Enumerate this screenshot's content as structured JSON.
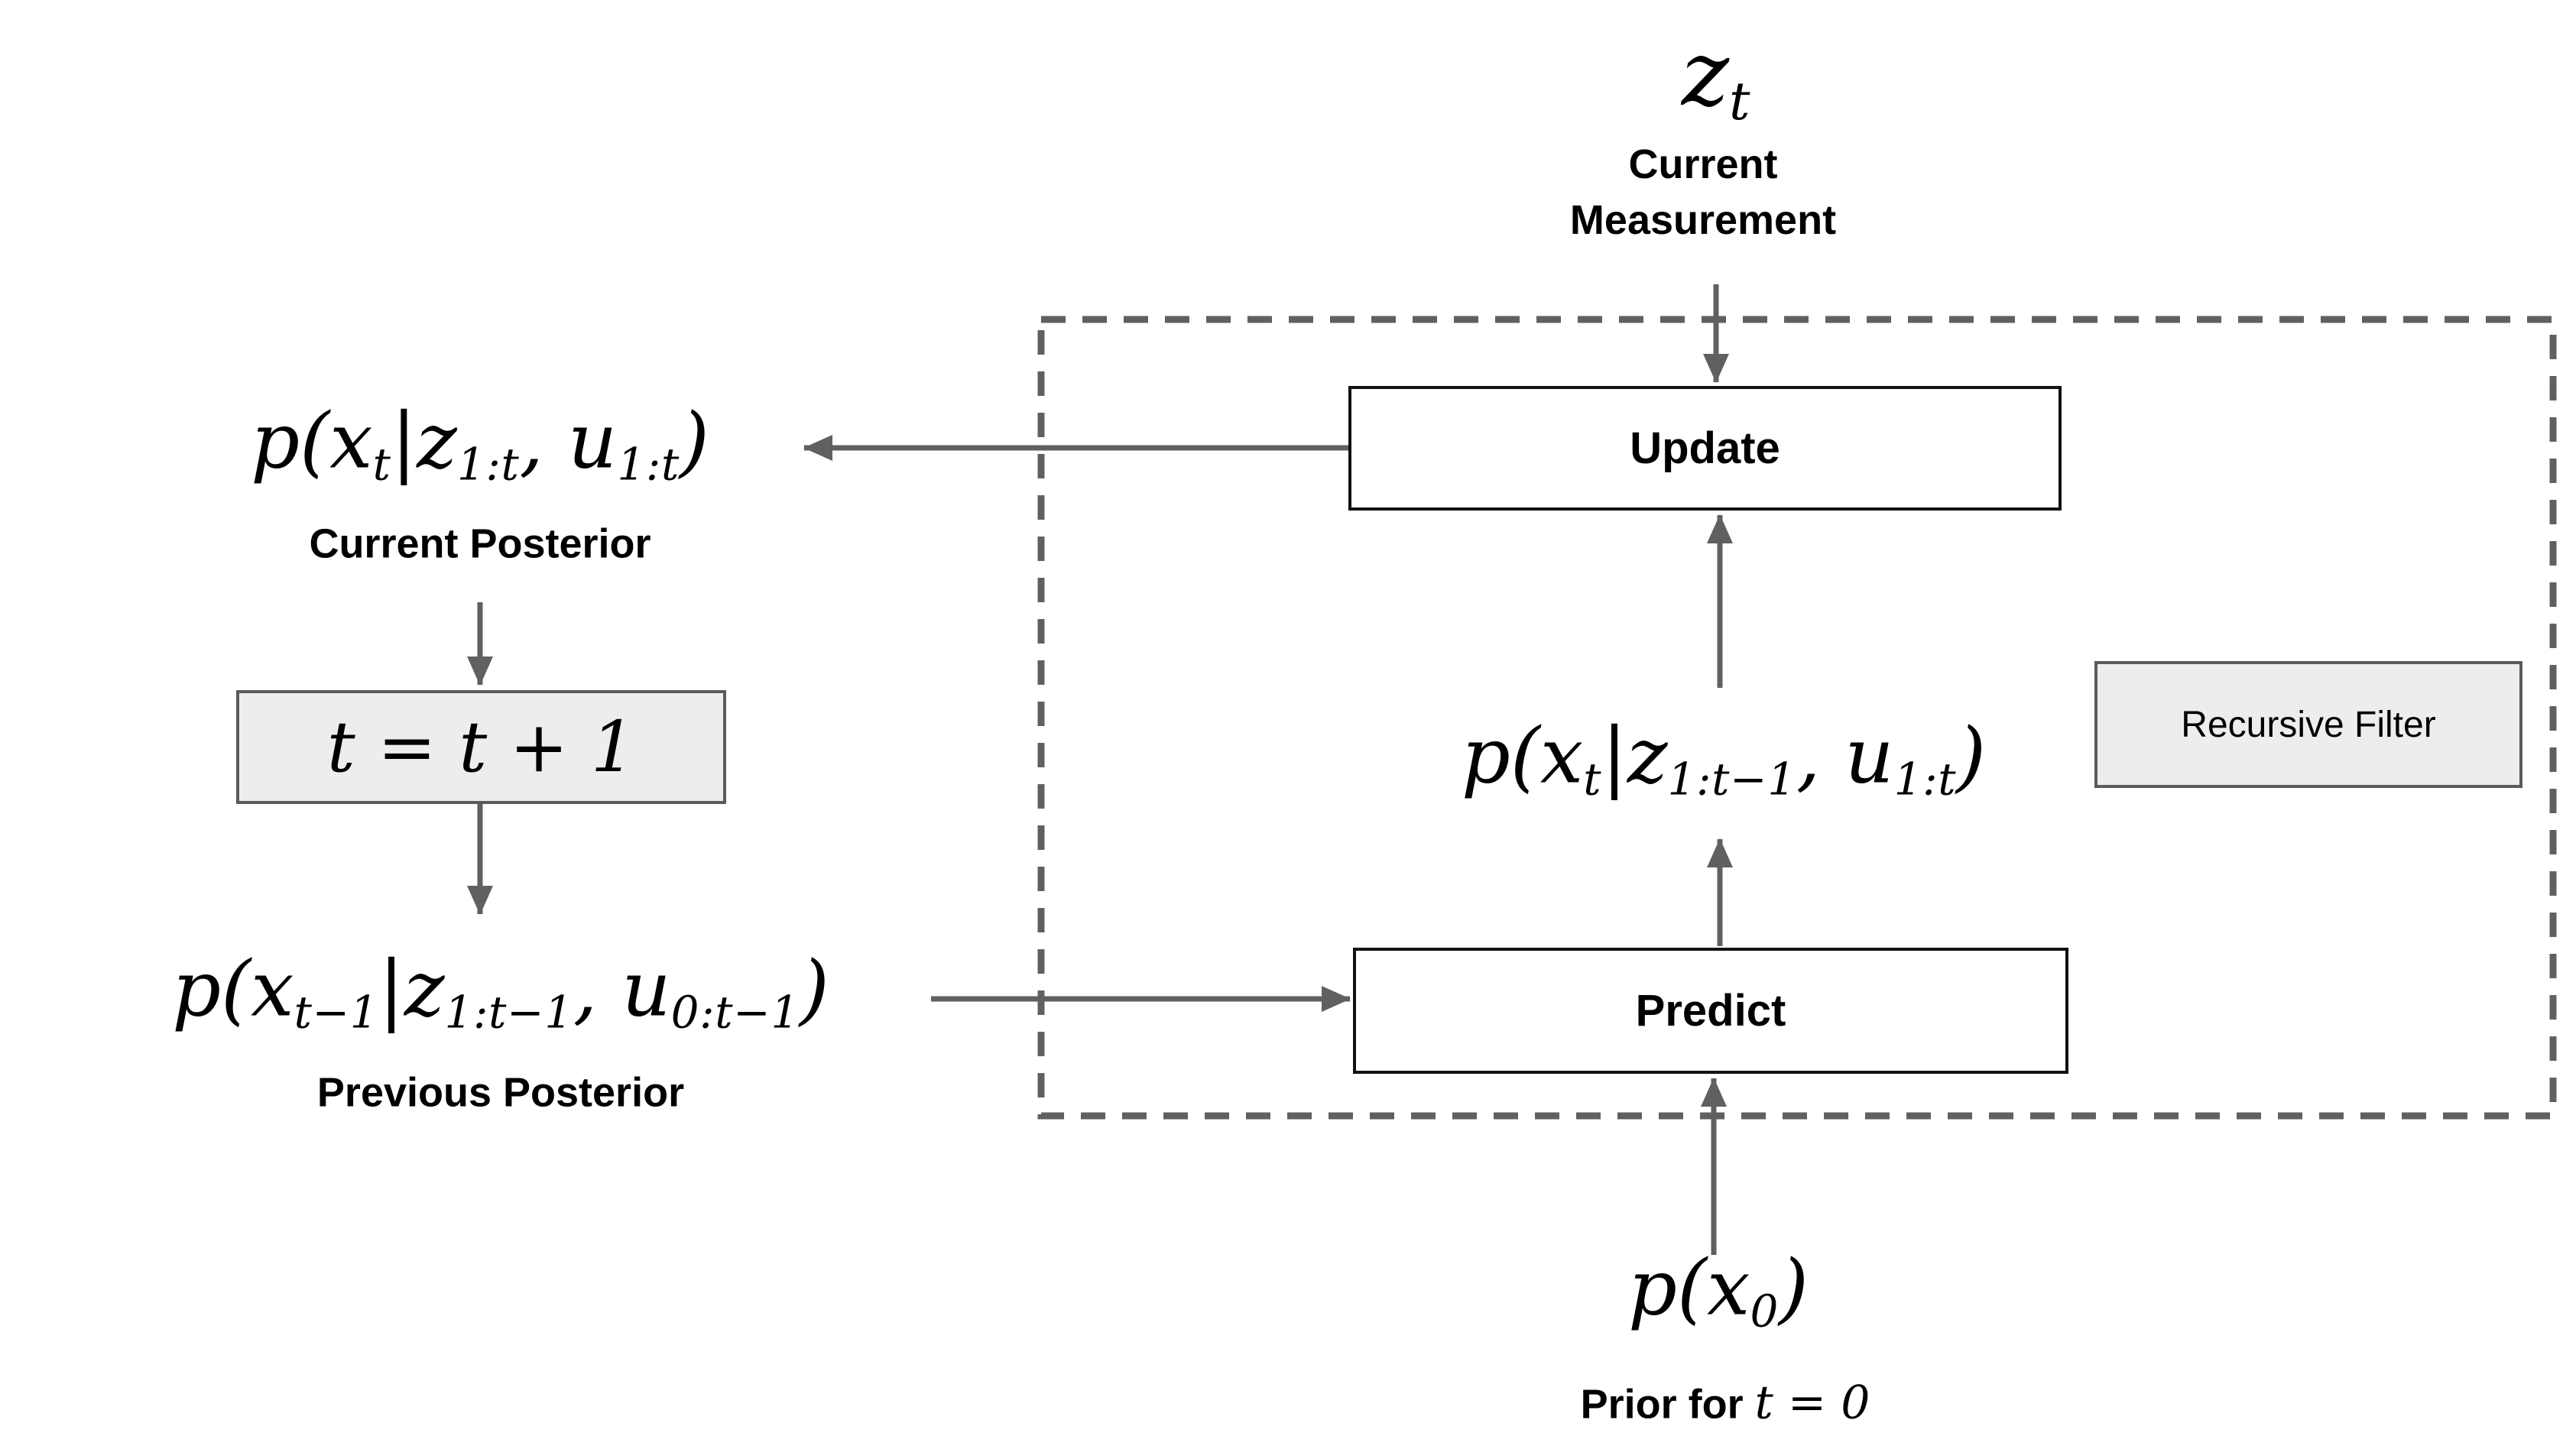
{
  "colors": {
    "arrow_gray": "#606060",
    "dashed_border_gray": "#606060",
    "process_box_border": "#111111",
    "process_box_fill": "#ffffff",
    "gray_box_fill": "#ededed",
    "gray_box_border": "#5a5a5a",
    "text": "#000000",
    "background": "#ffffff"
  },
  "top": {
    "measurement_symbol": [
      [
        "m",
        "z"
      ],
      [
        "s",
        "t"
      ]
    ],
    "measurement_label_line1": "Current",
    "measurement_label_line2": "Measurement"
  },
  "filter": {
    "update_label": "Update",
    "predict_label": "Predict",
    "frame_label": "Recursive Filter",
    "predicted_belief_formula": [
      [
        "m",
        "p(x"
      ],
      [
        "s",
        "t"
      ],
      [
        "m",
        "|z"
      ],
      [
        "s",
        "1:t−1"
      ],
      [
        "m",
        ", u"
      ],
      [
        "s",
        "1:t"
      ],
      [
        "m",
        ")"
      ]
    ]
  },
  "left": {
    "current_posterior_formula": [
      [
        "m",
        "p(x"
      ],
      [
        "s",
        "t"
      ],
      [
        "m",
        "|z"
      ],
      [
        "s",
        "1:t"
      ],
      [
        "m",
        ", u"
      ],
      [
        "s",
        "1:t"
      ],
      [
        "m",
        ")"
      ]
    ],
    "current_posterior_label": "Current Posterior",
    "time_update_formula": "t = t + 1",
    "previous_posterior_formula": [
      [
        "m",
        "p(x"
      ],
      [
        "s",
        "t−1"
      ],
      [
        "m",
        "|z"
      ],
      [
        "s",
        "1:t−1"
      ],
      [
        "m",
        ", u"
      ],
      [
        "s",
        "0:t−1"
      ],
      [
        "m",
        ")"
      ]
    ],
    "previous_posterior_label": "Previous Posterior"
  },
  "bottom": {
    "prior_formula": [
      [
        "m",
        "p(x"
      ],
      [
        "s",
        "0"
      ],
      [
        "m",
        ")"
      ]
    ],
    "prior_label_text": "Prior for ",
    "prior_label_math": "t = 0"
  }
}
